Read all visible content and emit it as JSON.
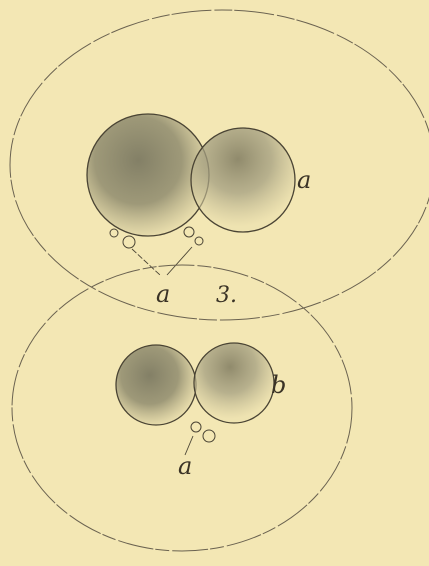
{
  "labels": {
    "upper_cell": "a",
    "upper_pointer": "a",
    "figure_number": "3.",
    "lower_cell": "b",
    "lower_pointer": "a"
  },
  "colors": {
    "paper": "#f3e7b4",
    "ink": "#3a3326",
    "cell_shade": "#7d7a62",
    "cell_light": "#e7dcab"
  }
}
